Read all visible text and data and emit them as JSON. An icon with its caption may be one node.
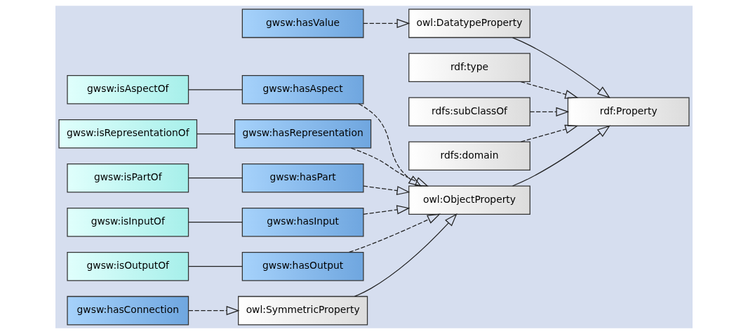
{
  "diagram": {
    "nodes": [
      {
        "text": [
          "gwsw:hasValue"
        ]
      },
      {
        "text": [
          "owl:DatatypeProperty"
        ]
      },
      {
        "text": [
          "gwsw:isAspectOf"
        ]
      },
      {
        "text": [
          "gwsw:hasAspect"
        ]
      },
      {
        "text": [
          "rdf:Property"
        ]
      },
      {
        "text": [
          "rdf:type"
        ]
      },
      {
        "text": [
          "gwsw:isRepresentationOf"
        ]
      },
      {
        "text": [
          "gwsw:hasRepresentation"
        ]
      },
      {
        "text": [
          "rdfs:subClassOf"
        ]
      },
      {
        "text": [
          "rdfs:domain"
        ]
      },
      {
        "text": [
          "gwsw:isPartOf"
        ]
      },
      {
        "text": [
          "gwsw:hasPart"
        ]
      },
      {
        "text": [
          "gwsw:isInputOf"
        ]
      },
      {
        "text": [
          "gwsw:hasInput"
        ]
      },
      {
        "text": [
          "owl:ObjectProperty"
        ]
      },
      {
        "text": [
          "gwsw:isOutputOf"
        ]
      },
      {
        "text": [
          "gwsw:hasOutput"
        ]
      },
      {
        "text": [
          "gwsw:hasConnection"
        ]
      },
      {
        "text": [
          "owl:SymmetricProperty"
        ]
      }
    ],
    "edges": [
      {
        "from": 0,
        "to": 1,
        "arrow": "to",
        "style": "dashed"
      },
      {
        "from": 1,
        "to": 4,
        "arrow": "to"
      },
      {
        "from": 5,
        "to": 4,
        "arrow": "to",
        "style": "dashed"
      },
      {
        "from": 8,
        "to": 4,
        "arrow": "to",
        "style": "dashed"
      },
      {
        "from": 9,
        "to": 4,
        "arrow": "to",
        "style": "dashed"
      },
      {
        "from": 2,
        "to": 3,
        "arrow": "none"
      },
      {
        "from": 6,
        "to": 7,
        "arrow": "none"
      },
      {
        "from": 10,
        "to": 11,
        "arrow": "none"
      },
      {
        "from": 12,
        "to": 13,
        "arrow": "none"
      },
      {
        "from": 15,
        "to": 16,
        "arrow": "none"
      },
      {
        "from": 3,
        "to": 14,
        "arrow": "to",
        "style": "dashed"
      },
      {
        "from": 7,
        "to": 14,
        "arrow": "to",
        "style": "dashed"
      },
      {
        "from": 11,
        "to": 14,
        "arrow": "to",
        "style": "dashed"
      },
      {
        "from": 13,
        "to": 14,
        "arrow": "to",
        "style": "dashed"
      },
      {
        "from": 16,
        "to": 14,
        "arrow": "to",
        "style": "dashed"
      },
      {
        "from": 14,
        "to": 4,
        "arrow": "to"
      },
      {
        "from": 18,
        "to": 14,
        "arrow": "to"
      },
      {
        "from": 17,
        "to": 18,
        "arrow": "to",
        "style": "dashed"
      }
    ]
  }
}
